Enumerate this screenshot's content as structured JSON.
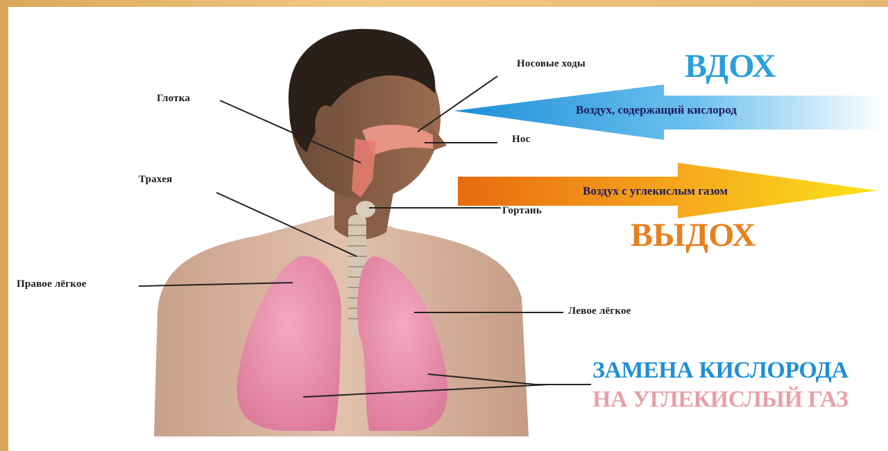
{
  "labels": {
    "nasal_passages": "Носовые ходы",
    "pharynx": "Глотка",
    "nose": "Нос",
    "trachea": "Трахея",
    "larynx": "Гортань",
    "right_lung": "Правое лёгкое",
    "left_lung": "Левое лёгкое"
  },
  "inhale": {
    "title": "ВДОХ",
    "arrow_text": "Воздух, содержащий кислород",
    "color": "#2a9fdc"
  },
  "exhale": {
    "title": "ВЫДОХ",
    "arrow_text": "Воздух с углекислым газом",
    "color": "#e8801e"
  },
  "exchange": {
    "line1": "ЗАМЕНА КИСЛОРОДА",
    "line2": "НА УГЛЕКИСЛЫЙ ГАЗ",
    "color1": "#1f8fd6",
    "color2": "#e8a0a8"
  }
}
